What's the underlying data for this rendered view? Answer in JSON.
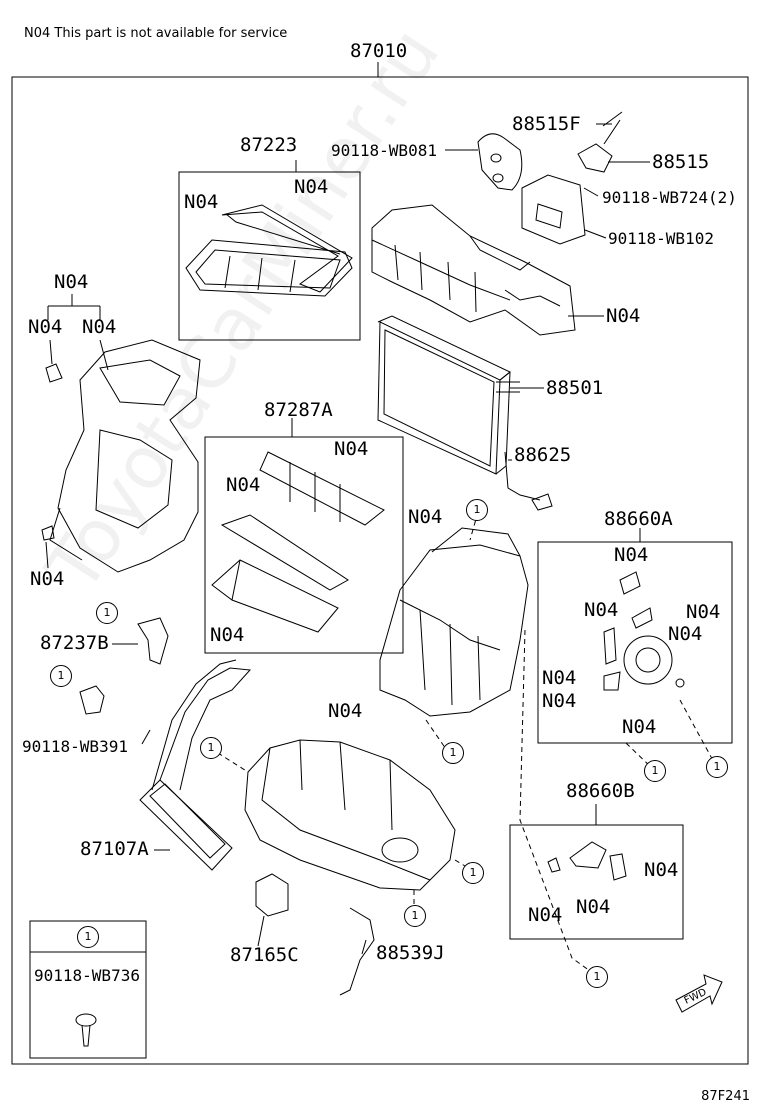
{
  "note": "N04 This part is not available for service",
  "assembly_number": "87010",
  "figure_ref": "87F241",
  "watermark": "ToyotaCarMiner.ru",
  "fwd_label": "FWD",
  "callout": "1",
  "parts": {
    "p87223": "87223",
    "p88515F": "88515F",
    "p90118_wb081": "90118-WB081",
    "p88515": "88515",
    "p90118_wb724": "90118-WB724(2)",
    "p90118_wb102": "90118-WB102",
    "p88501": "88501",
    "p88625": "88625",
    "p87287A": "87287A",
    "p88660A": "88660A",
    "p87237B": "87237B",
    "p90118_wb391": "90118-WB391",
    "p87107A": "87107A",
    "p88660B": "88660B",
    "p87165C": "87165C",
    "p88539J": "88539J",
    "p90118_wb736": "90118-WB736",
    "n04": "N04"
  }
}
